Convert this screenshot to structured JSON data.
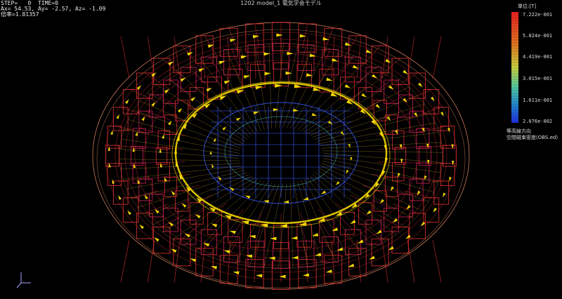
{
  "window": {
    "title": "1202 model_1 電気学会モデル"
  },
  "status": {
    "line1": "STEP=   0  TIME=0",
    "line2": "Ax= 54.53, Ay= -2.57, Az= -1.09",
    "line3": "倍率=1.81357"
  },
  "legend": {
    "unit_label": "単位:[T]",
    "ticks": [
      "7.222e-001",
      "5.824e-001",
      "4.419e-001",
      "3.015e-001",
      "1.611e-001",
      "2.076e-002"
    ],
    "caption_line1": "等高線方向",
    "caption_line2": "空間磁束密度(OBS.ed)",
    "colors": [
      "#e02020",
      "#e06020",
      "#d8c030",
      "#60d070",
      "#40a0c0",
      "#2040e0"
    ]
  },
  "scene": {
    "colors": {
      "outer_mesh": "#d83030",
      "outer_mesh_alt": "#c02050",
      "inner_mesh": "#3050e0",
      "vector": "#ffe000",
      "flux_line": "#ffd040",
      "shell_line": "#ff9a70"
    },
    "icons": [
      "axis-triad-icon"
    ]
  }
}
